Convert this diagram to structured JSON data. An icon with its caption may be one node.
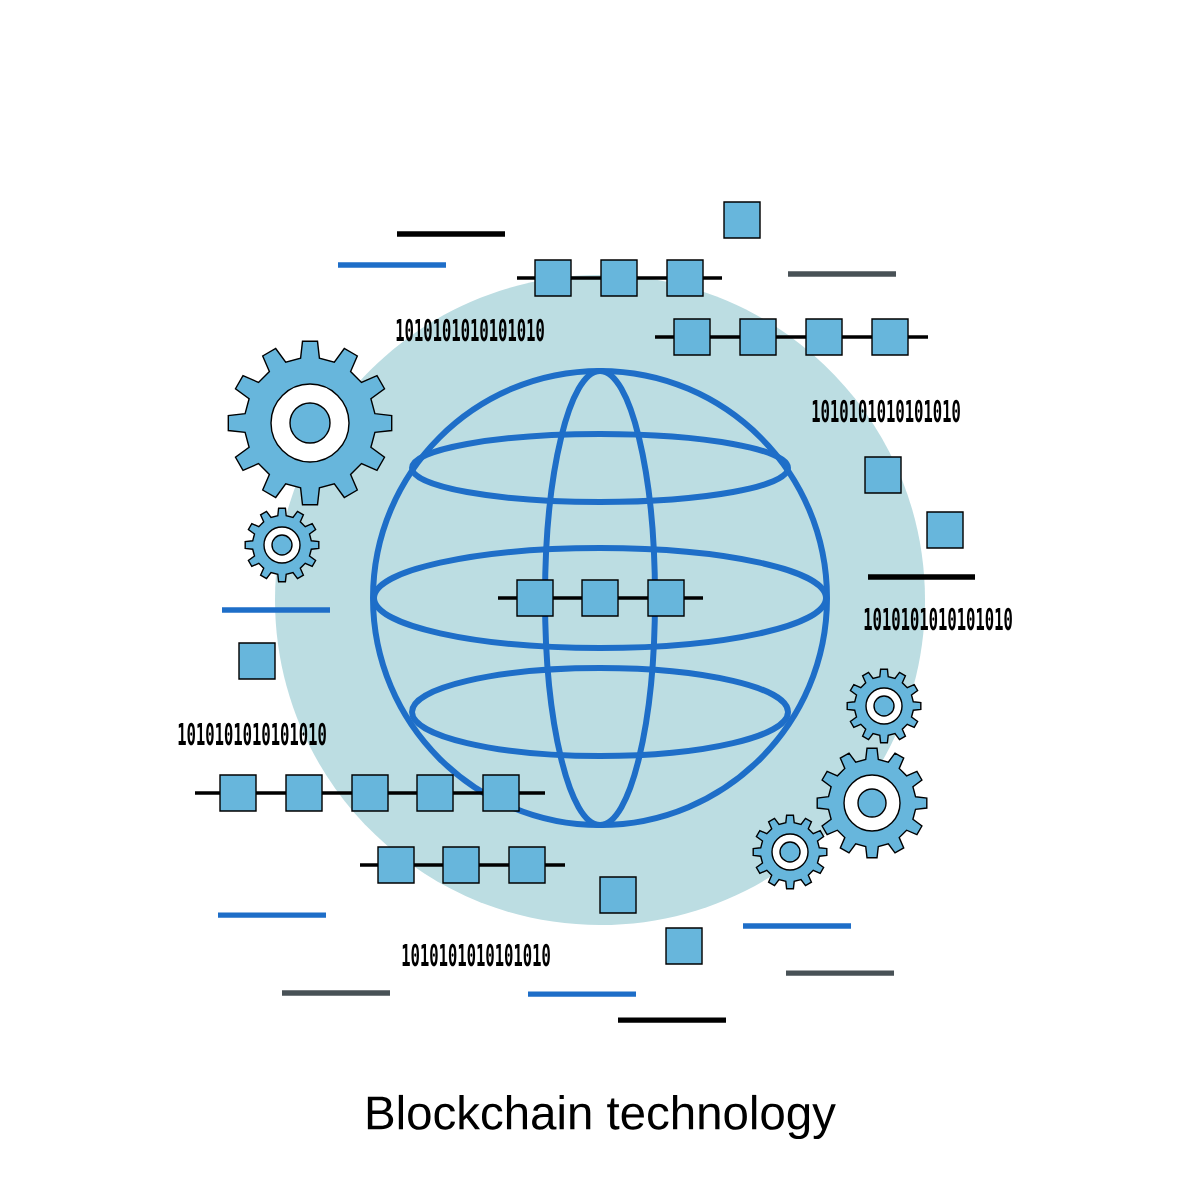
{
  "diagram": {
    "caption": "Blockchain technology",
    "labels": [
      "1010101010101010",
      "1010101010101010",
      "1010101010101010",
      "1010101010101010",
      "1010101010101010"
    ]
  }
}
